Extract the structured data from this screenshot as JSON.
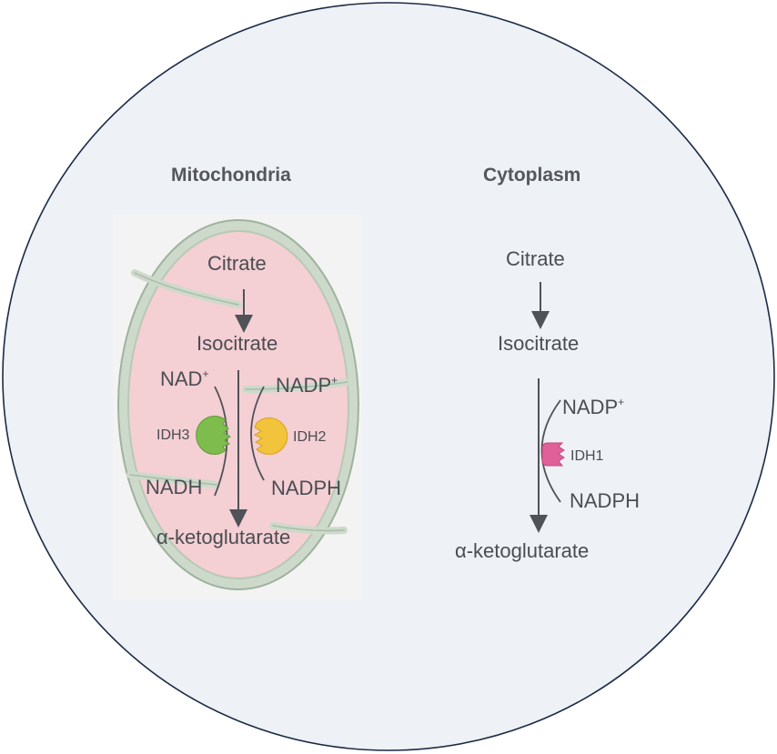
{
  "colors": {
    "background_circle": "#eef1f5",
    "circle_border": "#1c2b45",
    "mito_fill": "#f4cfd4",
    "mito_border": "#a9bca7",
    "arrow": "#4f5256",
    "idh3": "#7fbc4e",
    "idh2": "#f2c43c",
    "idh1": "#e0609a"
  },
  "mitochondria": {
    "title": "Mitochondria",
    "citrate": "Citrate",
    "isocitrate": "Isocitrate",
    "nad": "NAD",
    "nad_sup": "+",
    "nadp": "NADP",
    "nadp_sup": "+",
    "idh3": "IDH3",
    "idh2": "IDH2",
    "nadh": "NADH",
    "nadph": "NADPH",
    "product": "α-ketoglutarate",
    "icons": [
      "idh3-enzyme-icon",
      "idh2-enzyme-icon"
    ]
  },
  "cytoplasm": {
    "title": "Cytoplasm",
    "citrate": "Citrate",
    "isocitrate": "Isocitrate",
    "nadp": "NADP",
    "nadp_sup": "+",
    "idh1": "IDH1",
    "nadph": "NADPH",
    "product": "α-ketoglutarate",
    "icons": [
      "idh1-enzyme-icon"
    ]
  }
}
